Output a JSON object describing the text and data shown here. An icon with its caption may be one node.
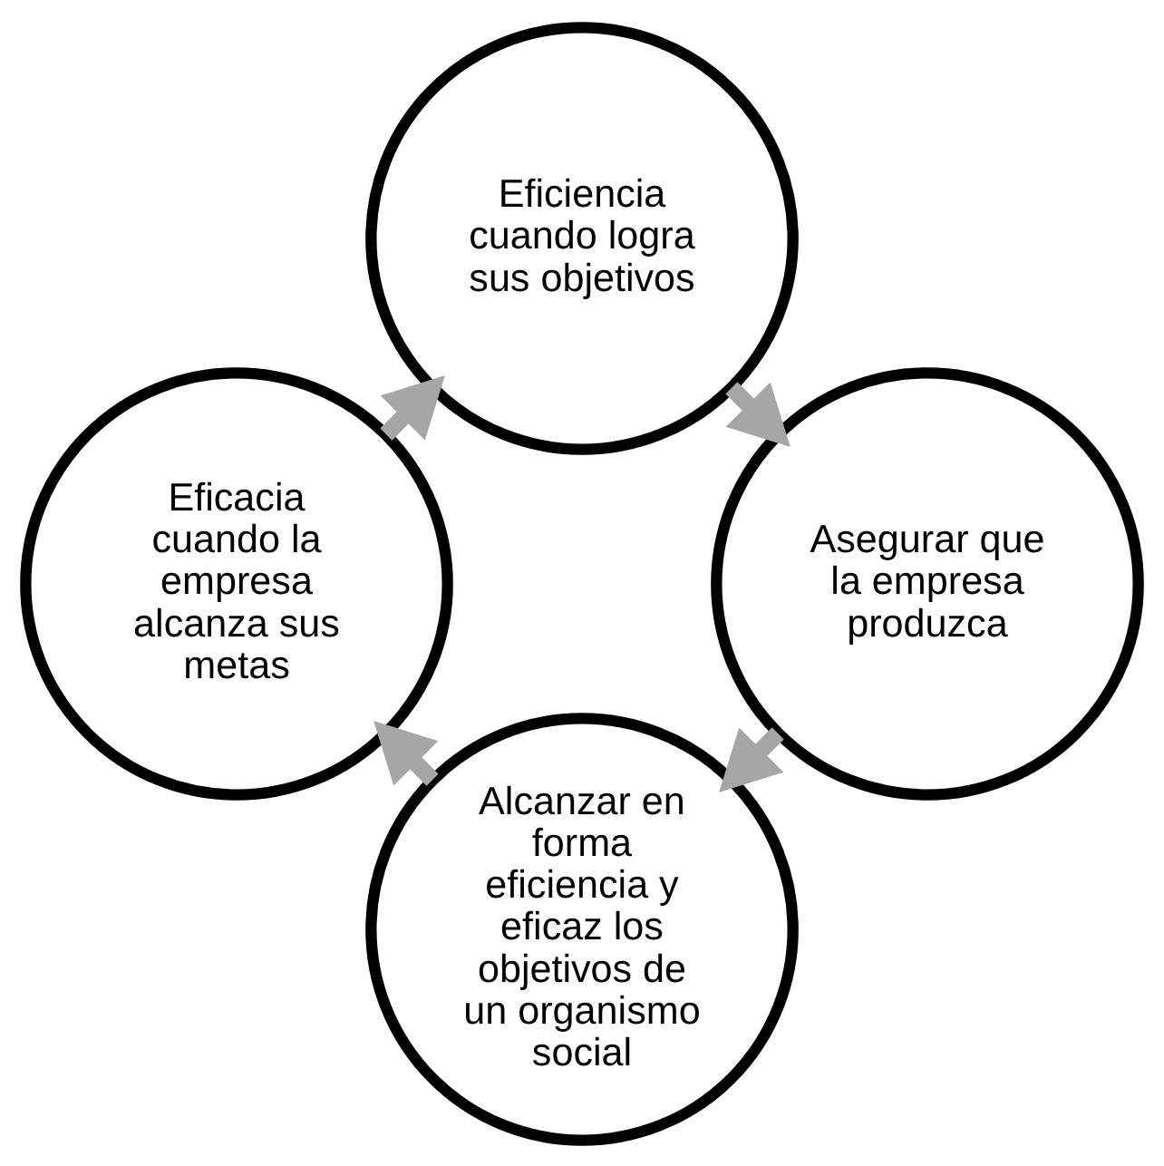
{
  "diagram": {
    "nodes": [
      {
        "text": [
          "Alcanzar en forma eficiencia y eficaz los objetivos de un organismo social"
        ]
      },
      {
        "text": [
          "Eficacia cuando la empresa alcanza sus metas"
        ]
      },
      {
        "text": [
          "Eficiencia cuando logra sus objetivos"
        ]
      },
      {
        "text": [
          "Asegurar que la empresa produzca"
        ]
      }
    ],
    "edges": [
      {
        "from": 0,
        "to": 1,
        "arrow": "to"
      },
      {
        "from": 1,
        "to": 2,
        "arrow": "to"
      },
      {
        "from": 2,
        "to": 3,
        "arrow": "to"
      },
      {
        "from": 3,
        "to": 0,
        "arrow": "to"
      }
    ]
  }
}
